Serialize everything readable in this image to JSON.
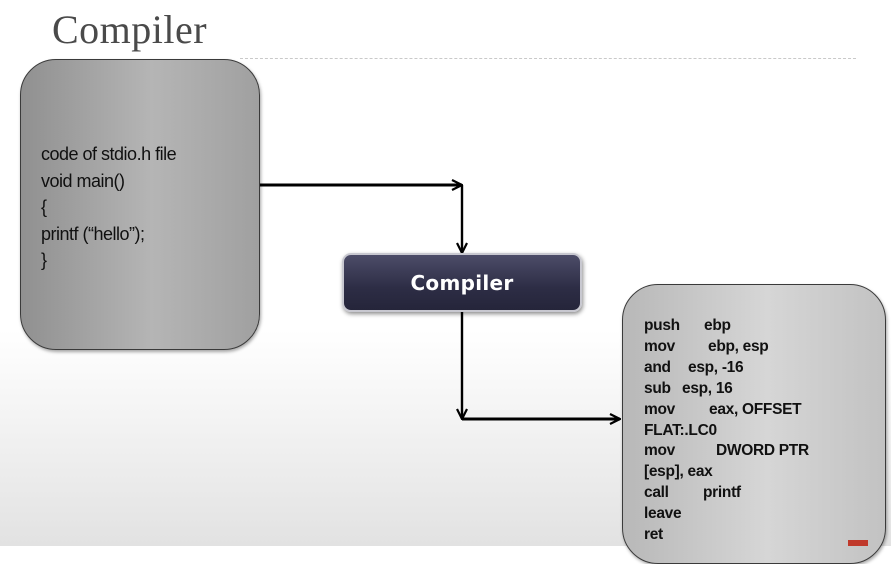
{
  "title": "Compiler",
  "source_code": {
    "lines": [
      "code of stdio.h file",
      "void main()",
      "{",
      "printf (“hello”);",
      "}"
    ]
  },
  "compiler_label": "Compiler",
  "assembly": {
    "lines": [
      {
        "op": "push",
        "arg": "ebp"
      },
      {
        "op": "mov",
        "arg": "ebp, esp"
      },
      {
        "op": "and",
        "arg": "esp, -16"
      },
      {
        "op": "sub",
        "arg": "esp, 16"
      },
      {
        "op": "mov",
        "arg": "eax, OFFSET"
      },
      {
        "op": "FLAT:.LC0",
        "arg": ""
      },
      {
        "op": "mov",
        "arg": "DWORD PTR"
      },
      {
        "op": "[esp], eax",
        "arg": ""
      },
      {
        "op": "call",
        "arg": "printf"
      },
      {
        "op": "leave",
        "arg": ""
      },
      {
        "op": "ret",
        "arg": ""
      }
    ]
  }
}
